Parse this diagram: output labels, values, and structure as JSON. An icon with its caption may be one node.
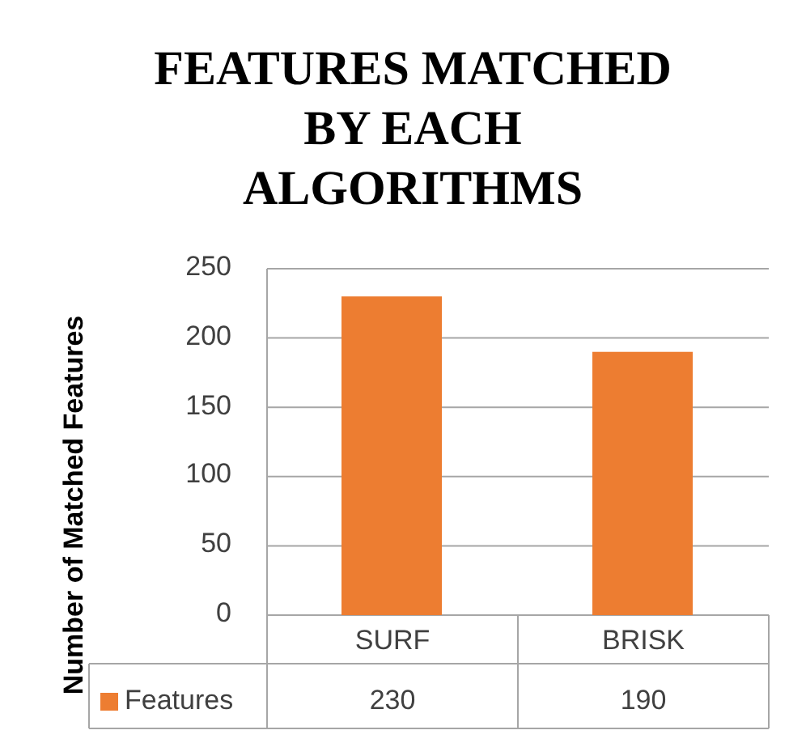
{
  "diagram": {
    "chart_data": {
      "type": "bar",
      "title": "FEATURES MATCHED BY EACH ALGORITHMS",
      "ylabel": "Number of Matched Features",
      "categories": [
        "SURF",
        "BRISK"
      ],
      "series": [
        {
          "name": "Features",
          "color": "#ed7d31",
          "values": [
            230,
            190
          ]
        }
      ],
      "ylim": [
        0,
        250
      ],
      "yticks": [
        0,
        50,
        100,
        150,
        200,
        250
      ],
      "data_labels": true,
      "grid": true
    }
  }
}
